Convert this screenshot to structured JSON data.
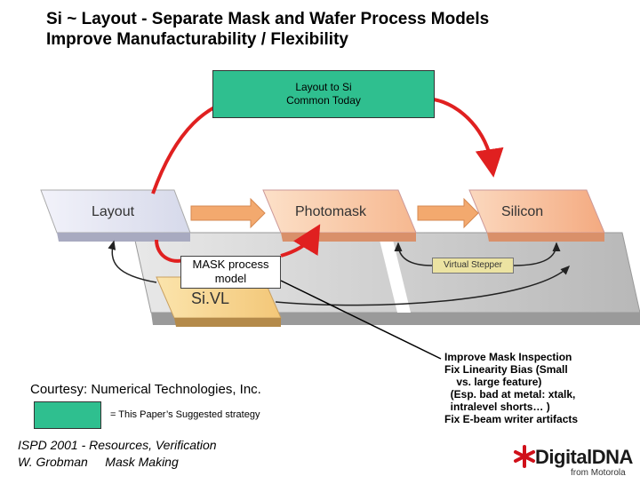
{
  "header": {
    "title_line1": "Si ~ Layout - Separate Mask and Wafer Process Models",
    "title_line2": "Improve Manufacturability / Flexibility"
  },
  "top_box": {
    "line1": "Layout to Si",
    "line2": "Common Today",
    "color": "#2fbf8f"
  },
  "stages": {
    "layout": "Layout",
    "photomask": "Photomask",
    "silicon": "Silicon"
  },
  "mask_model": {
    "line1": "MASK process",
    "line2": "model"
  },
  "sivl_label": "Si.VL",
  "virtual_stepper": "Virtual Stepper",
  "courtesy": "Courtesy: Numerical Technologies, Inc.",
  "legend": {
    "text": "= This Paper’s Suggested strategy",
    "swatch_color": "#2fbf8f"
  },
  "footer": {
    "line1": "ISPD 2001 - Resources, Verification",
    "line2": "W. Grobman     Mask Making"
  },
  "improvements": [
    "Improve Mask Inspection",
    "Fix Linearity Bias (Small",
    "    vs. large feature)",
    "  (Esp. bad at metal: xtalk,",
    "  intralevel shorts… )",
    "Fix E-beam writer artifacts"
  ],
  "logo": {
    "text": "DigitalDNA",
    "subtext": "from Motorola"
  }
}
